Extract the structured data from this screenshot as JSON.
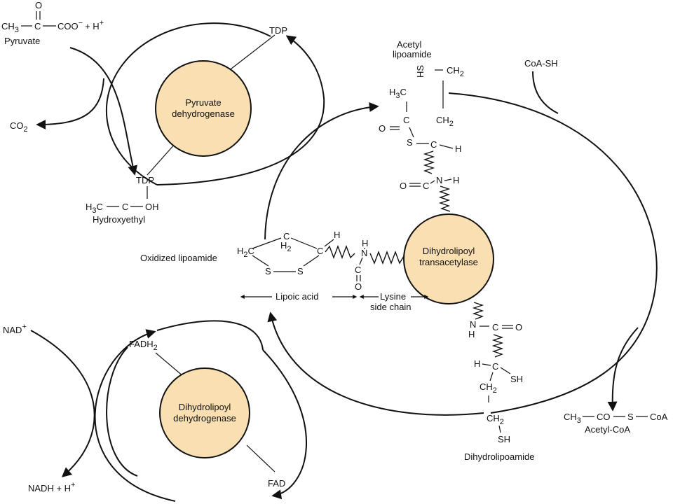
{
  "enzymes": {
    "e1_line1": "Pyruvate",
    "e1_line2": "dehydrogenase",
    "e2_line1": "Dihydrolipoyl",
    "e2_line2": "transacetylase",
    "e3_line1": "Dihydrolipoyl",
    "e3_line2": "dehydrogenase",
    "fill_color": "#f9dfb2"
  },
  "pyruvate": {
    "o": "O",
    "ch3": "CH",
    "sub3": "3",
    "c": "C",
    "coo": "COO",
    "sup_minus": "−",
    "plus_h": "+ H",
    "sup_plus": "+",
    "name": "Pyruvate"
  },
  "co2": {
    "co": "CO",
    "sub2": "2"
  },
  "tdp_top": "TDP",
  "tdp_bottom": "TDP",
  "hydroxyethyl": {
    "h3c": "H",
    "sub3": "3",
    "c1": "C",
    "c2": "C",
    "oh": "OH",
    "name": "Hydroxyethyl"
  },
  "acetyl_lipoamide": {
    "line1": "Acetyl",
    "line2": "lipoamide",
    "hs": "HS",
    "ch2": "CH",
    "sub2": "2",
    "h3c": "H",
    "h3c_c": "C",
    "sub3": "3",
    "c": "C",
    "o": "O",
    "s": "S",
    "ch": "C",
    "h": "H",
    "amide_o": "O",
    "amide_c": "C",
    "amide_n": "N",
    "amide_h": "H"
  },
  "coa_sh": "CoA-SH",
  "oxidized_lipoamide": {
    "name": "Oxidized lipoamide",
    "h2c": "H",
    "h2c_c": "C",
    "sub2": "2",
    "c": "C",
    "h2": "H",
    "ch": "C",
    "h": "H",
    "s1": "S",
    "s2": "S",
    "n": "N",
    "nh": "H",
    "amide_c": "C",
    "amide_o": "O"
  },
  "lipoic_acid": "Lipoic acid",
  "lysine": {
    "line1": "Lysine",
    "line2": "side chain"
  },
  "dihydrolipoamide": {
    "name": "Dihydrolipoamide",
    "h": "H",
    "n": "N",
    "c": "C",
    "o": "O",
    "ch": "C",
    "ch_h": "H",
    "sh": "SH",
    "ch2": "CH",
    "sub2": "2",
    "sh2": "SH"
  },
  "acetyl_coa": {
    "ch3": "CH",
    "sub3": "3",
    "co": "CO",
    "s": "S",
    "coa": "CoA",
    "name": "Acetyl-CoA"
  },
  "nad": {
    "text": "NAD",
    "sup": "+"
  },
  "nadh": {
    "text": "NADH + H",
    "sup": "+"
  },
  "fadh2": {
    "text": "FADH",
    "sub": "2"
  },
  "fad": "FAD"
}
